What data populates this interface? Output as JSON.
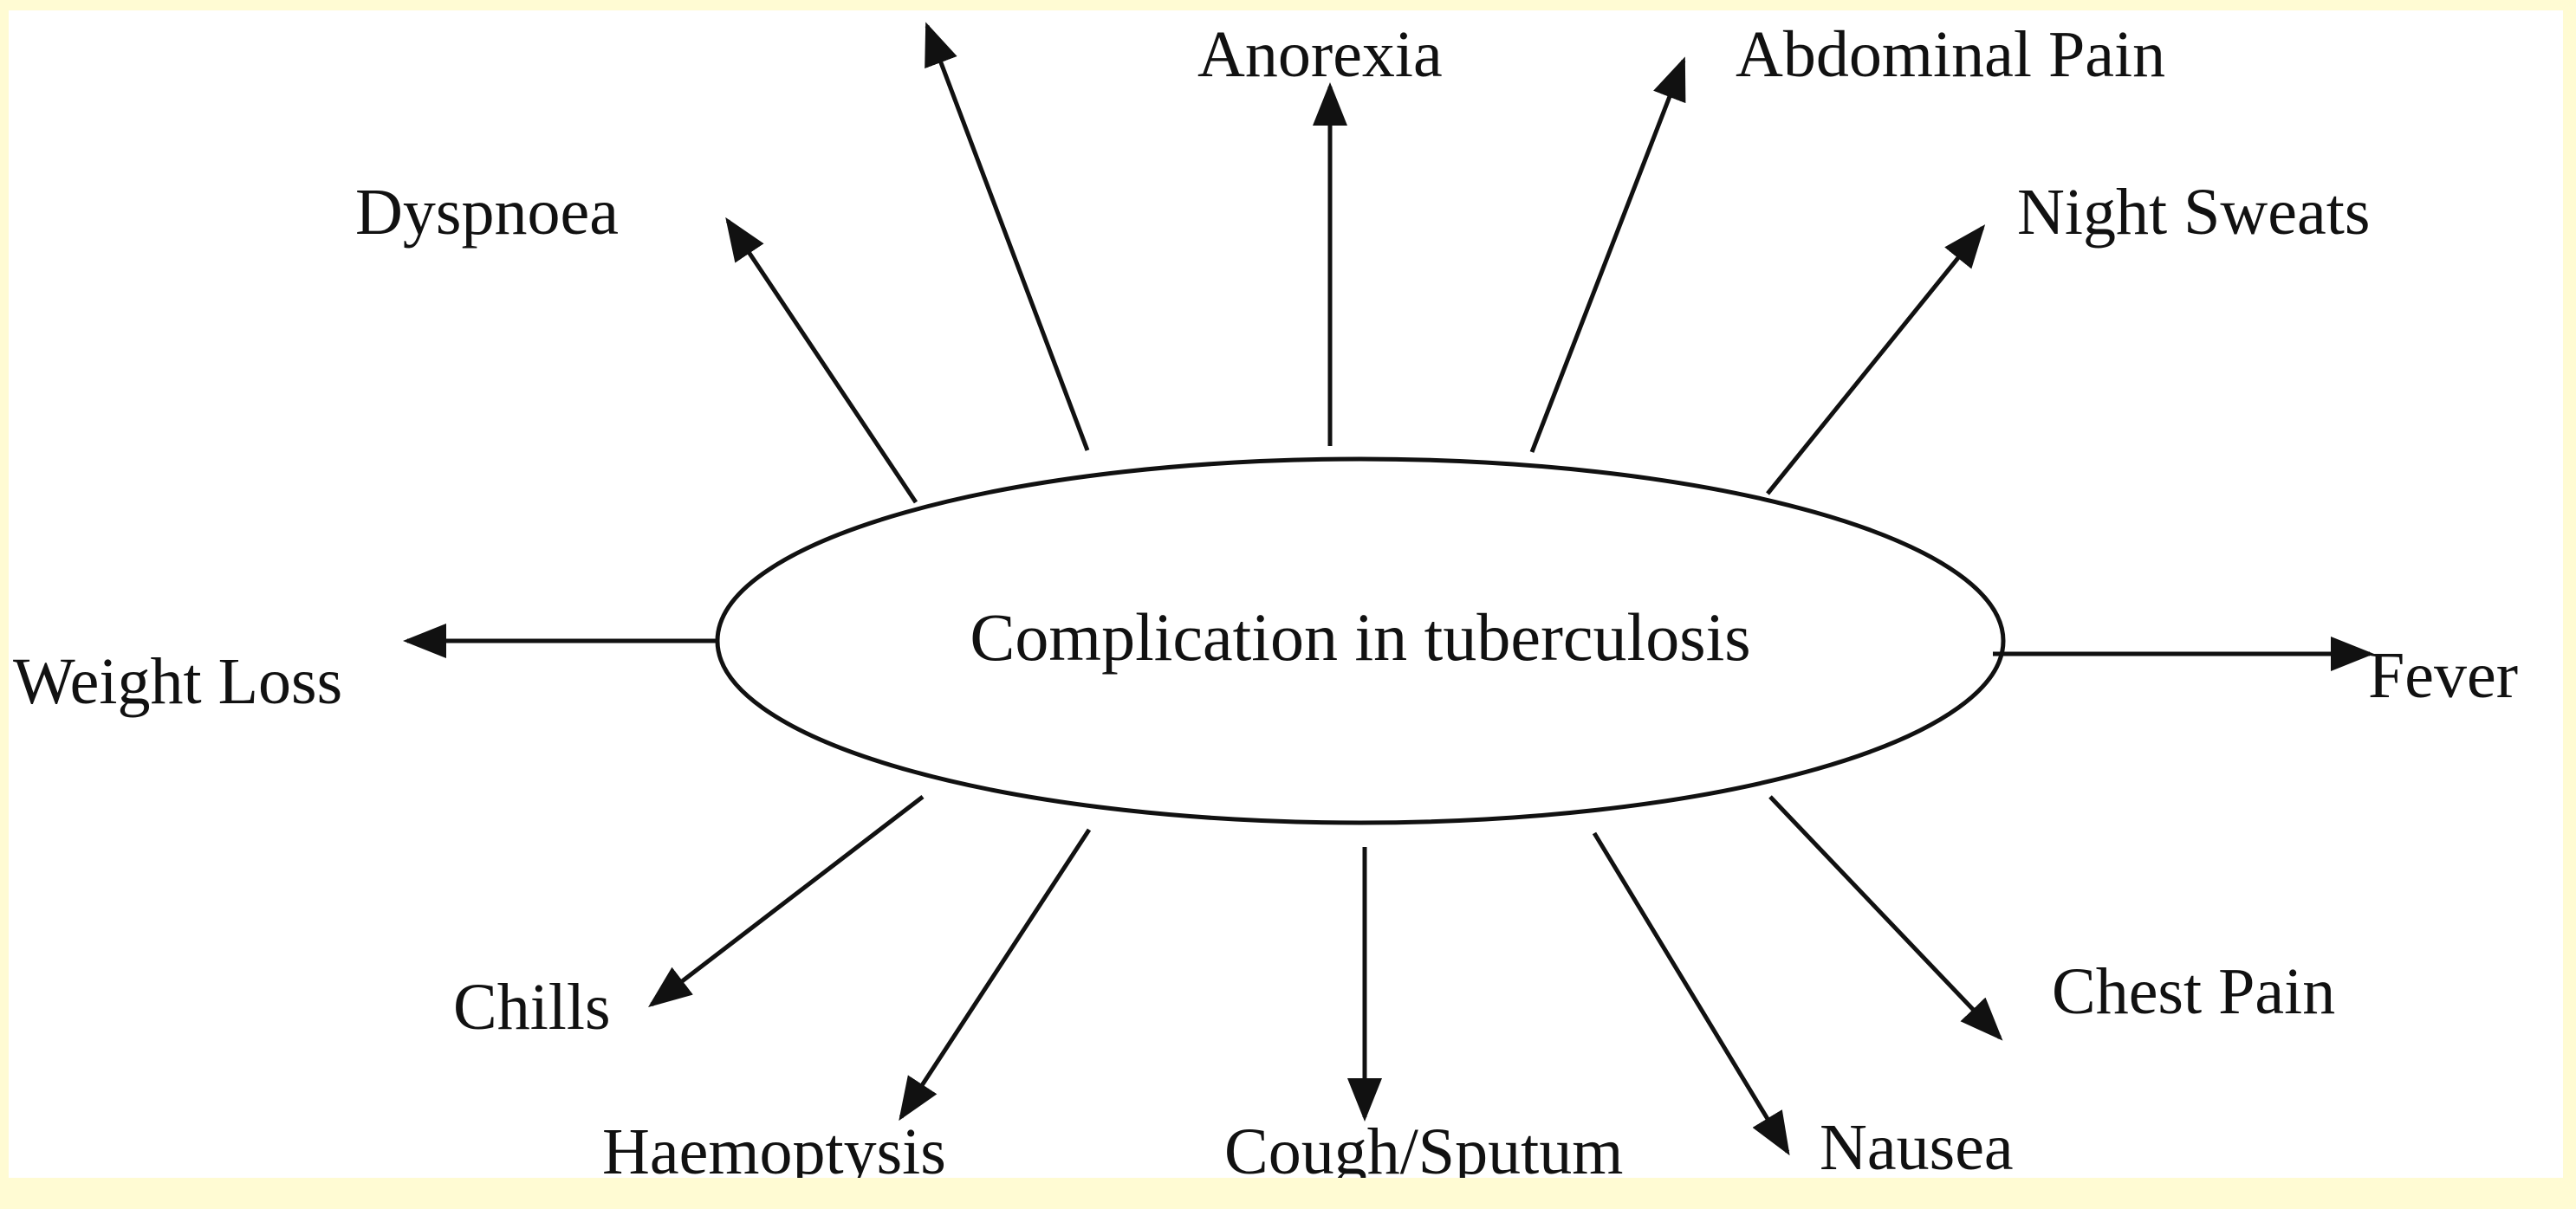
{
  "diagram": {
    "center": "Complication in tuberculosis",
    "symptoms": {
      "anorexia": "Anorexia",
      "abdominal_pain": "Abdominal Pain",
      "night_sweats": "Night Sweats",
      "dyspnoea": "Dyspnoea",
      "weight_loss": "Weight Loss",
      "fever": "Fever",
      "chills": "Chills",
      "chest_pain": "Chest Pain",
      "haemoptysis": "Haemoptysis",
      "cough_sputum": "Cough/Sputum",
      "nausea": "Nausea"
    }
  },
  "colors": {
    "frame": "#fffbd3",
    "background": "#ffffff",
    "ink": "#111111"
  }
}
